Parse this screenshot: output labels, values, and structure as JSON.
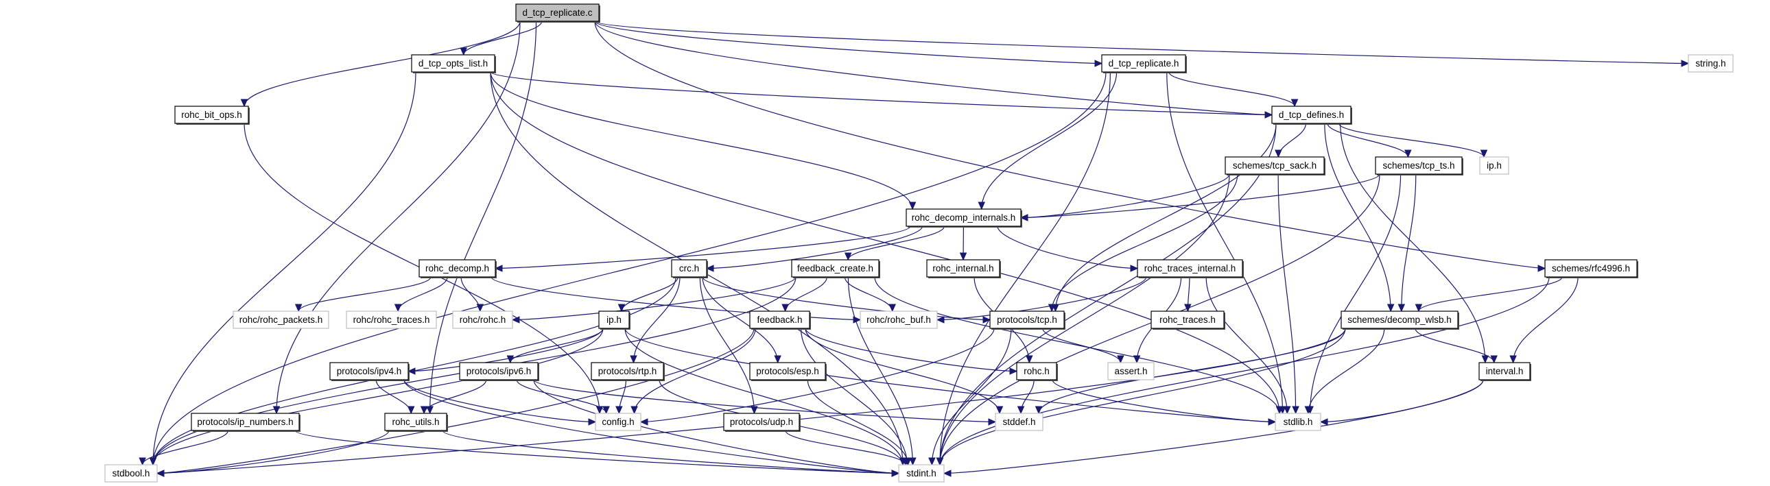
{
  "title": "d_tcp_replicate.c include dependency graph",
  "colors": {
    "edge": "#191970",
    "root_fill": "#bfbfbf",
    "documented_border": "#000000",
    "external_border": "#bfbfbf"
  },
  "nodes": [
    {
      "id": "d_tcp_replicate_c",
      "label": "d_tcp_replicate.c",
      "kind": "root"
    },
    {
      "id": "d_tcp_opts_list_h",
      "label": "d_tcp_opts_list.h",
      "kind": "doc"
    },
    {
      "id": "d_tcp_replicate_h",
      "label": "d_tcp_replicate.h",
      "kind": "doc"
    },
    {
      "id": "string_h",
      "label": "string.h",
      "kind": "ext"
    },
    {
      "id": "rohc_bit_ops_h",
      "label": "rohc_bit_ops.h",
      "kind": "doc"
    },
    {
      "id": "d_tcp_defines_h",
      "label": "d_tcp_defines.h",
      "kind": "doc"
    },
    {
      "id": "schemes_tcp_sack_h",
      "label": "schemes/tcp_sack.h",
      "kind": "doc"
    },
    {
      "id": "schemes_tcp_ts_h",
      "label": "schemes/tcp_ts.h",
      "kind": "doc"
    },
    {
      "id": "ip_h_ext",
      "label": "ip.h",
      "kind": "ext"
    },
    {
      "id": "rohc_decomp_internals_h",
      "label": "rohc_decomp_internals.h",
      "kind": "doc"
    },
    {
      "id": "rohc_decomp_h",
      "label": "rohc_decomp.h",
      "kind": "doc"
    },
    {
      "id": "crc_h",
      "label": "crc.h",
      "kind": "doc"
    },
    {
      "id": "feedback_create_h",
      "label": "feedback_create.h",
      "kind": "doc"
    },
    {
      "id": "rohc_internal_h",
      "label": "rohc_internal.h",
      "kind": "doc"
    },
    {
      "id": "rohc_traces_internal_h",
      "label": "rohc_traces_internal.h",
      "kind": "doc"
    },
    {
      "id": "schemes_rfc4996_h",
      "label": "schemes/rfc4996.h",
      "kind": "doc"
    },
    {
      "id": "rohc_rohc_packets_h",
      "label": "rohc/rohc_packets.h",
      "kind": "ext"
    },
    {
      "id": "rohc_rohc_traces_h",
      "label": "rohc/rohc_traces.h",
      "kind": "ext"
    },
    {
      "id": "rohc_rohc_h",
      "label": "rohc/rohc.h",
      "kind": "ext"
    },
    {
      "id": "ip_h",
      "label": "ip.h",
      "kind": "doc"
    },
    {
      "id": "feedback_h",
      "label": "feedback.h",
      "kind": "doc"
    },
    {
      "id": "rohc_rohc_buf_h",
      "label": "rohc/rohc_buf.h",
      "kind": "ext"
    },
    {
      "id": "protocols_tcp_h",
      "label": "protocols/tcp.h",
      "kind": "doc"
    },
    {
      "id": "rohc_traces_h",
      "label": "rohc_traces.h",
      "kind": "doc"
    },
    {
      "id": "schemes_decomp_wlsb_h",
      "label": "schemes/decomp_wlsb.h",
      "kind": "doc"
    },
    {
      "id": "protocols_ipv4_h",
      "label": "protocols/ipv4.h",
      "kind": "doc"
    },
    {
      "id": "protocols_ipv6_h",
      "label": "protocols/ipv6.h",
      "kind": "doc"
    },
    {
      "id": "protocols_rtp_h",
      "label": "protocols/rtp.h",
      "kind": "doc"
    },
    {
      "id": "protocols_esp_h",
      "label": "protocols/esp.h",
      "kind": "doc"
    },
    {
      "id": "rohc_h",
      "label": "rohc.h",
      "kind": "doc"
    },
    {
      "id": "assert_h",
      "label": "assert.h",
      "kind": "ext"
    },
    {
      "id": "interval_h",
      "label": "interval.h",
      "kind": "doc"
    },
    {
      "id": "protocols_ip_numbers_h",
      "label": "protocols/ip_numbers.h",
      "kind": "doc"
    },
    {
      "id": "rohc_utils_h",
      "label": "rohc_utils.h",
      "kind": "doc"
    },
    {
      "id": "config_h",
      "label": "config.h",
      "kind": "ext"
    },
    {
      "id": "protocols_udp_h",
      "label": "protocols/udp.h",
      "kind": "doc"
    },
    {
      "id": "stddef_h",
      "label": "stddef.h",
      "kind": "ext"
    },
    {
      "id": "stdlib_h",
      "label": "stdlib.h",
      "kind": "ext"
    },
    {
      "id": "stdbool_h",
      "label": "stdbool.h",
      "kind": "ext"
    },
    {
      "id": "stdint_h",
      "label": "stdint.h",
      "kind": "ext"
    }
  ],
  "edges": [
    [
      "d_tcp_replicate_c",
      "d_tcp_opts_list_h"
    ],
    [
      "d_tcp_replicate_c",
      "d_tcp_replicate_h"
    ],
    [
      "d_tcp_replicate_c",
      "string_h"
    ],
    [
      "d_tcp_replicate_c",
      "rohc_bit_ops_h"
    ],
    [
      "d_tcp_replicate_c",
      "d_tcp_defines_h"
    ],
    [
      "d_tcp_replicate_c",
      "schemes_rfc4996_h"
    ],
    [
      "d_tcp_replicate_c",
      "protocols_ip_numbers_h"
    ],
    [
      "d_tcp_replicate_c",
      "rohc_utils_h"
    ],
    [
      "d_tcp_opts_list_h",
      "d_tcp_defines_h"
    ],
    [
      "d_tcp_opts_list_h",
      "rohc_decomp_internals_h"
    ],
    [
      "d_tcp_opts_list_h",
      "stdlib_h"
    ],
    [
      "d_tcp_opts_list_h",
      "stdbool_h"
    ],
    [
      "d_tcp_opts_list_h",
      "stdint_h"
    ],
    [
      "d_tcp_replicate_h",
      "d_tcp_defines_h"
    ],
    [
      "d_tcp_replicate_h",
      "rohc_decomp_internals_h"
    ],
    [
      "d_tcp_replicate_h",
      "stdbool_h"
    ],
    [
      "d_tcp_replicate_h",
      "stdint_h"
    ],
    [
      "d_tcp_replicate_h",
      "stdlib_h"
    ],
    [
      "rohc_bit_ops_h",
      "config_h"
    ],
    [
      "d_tcp_defines_h",
      "schemes_tcp_sack_h"
    ],
    [
      "d_tcp_defines_h",
      "schemes_tcp_ts_h"
    ],
    [
      "d_tcp_defines_h",
      "ip_h_ext"
    ],
    [
      "d_tcp_defines_h",
      "protocols_tcp_h"
    ],
    [
      "d_tcp_defines_h",
      "schemes_decomp_wlsb_h"
    ],
    [
      "d_tcp_defines_h",
      "interval_h"
    ],
    [
      "d_tcp_defines_h",
      "stdint_h"
    ],
    [
      "schemes_tcp_sack_h",
      "rohc_decomp_internals_h"
    ],
    [
      "schemes_tcp_sack_h",
      "protocols_tcp_h"
    ],
    [
      "schemes_tcp_sack_h",
      "stdlib_h"
    ],
    [
      "schemes_tcp_sack_h",
      "stdint_h"
    ],
    [
      "schemes_tcp_ts_h",
      "rohc_decomp_internals_h"
    ],
    [
      "schemes_tcp_ts_h",
      "schemes_decomp_wlsb_h"
    ],
    [
      "schemes_tcp_ts_h",
      "stdlib_h"
    ],
    [
      "schemes_tcp_ts_h",
      "stdint_h"
    ],
    [
      "rohc_decomp_internals_h",
      "rohc_decomp_h"
    ],
    [
      "rohc_decomp_internals_h",
      "crc_h"
    ],
    [
      "rohc_decomp_internals_h",
      "feedback_create_h"
    ],
    [
      "rohc_decomp_internals_h",
      "rohc_internal_h"
    ],
    [
      "rohc_decomp_internals_h",
      "rohc_traces_internal_h"
    ],
    [
      "rohc_decomp_h",
      "rohc_rohc_packets_h"
    ],
    [
      "rohc_decomp_h",
      "rohc_rohc_traces_h"
    ],
    [
      "rohc_decomp_h",
      "rohc_rohc_h"
    ],
    [
      "rohc_decomp_h",
      "rohc_rohc_buf_h"
    ],
    [
      "crc_h",
      "ip_h"
    ],
    [
      "crc_h",
      "protocols_tcp_h"
    ],
    [
      "crc_h",
      "protocols_rtp_h"
    ],
    [
      "crc_h",
      "protocols_esp_h"
    ],
    [
      "crc_h",
      "protocols_udp_h"
    ],
    [
      "crc_h",
      "stdbool_h"
    ],
    [
      "feedback_create_h",
      "feedback_h"
    ],
    [
      "feedback_create_h",
      "rohc_rohc_buf_h"
    ],
    [
      "feedback_create_h",
      "rohc_rohc_h"
    ],
    [
      "feedback_create_h",
      "stdbool_h"
    ],
    [
      "feedback_create_h",
      "stdint_h"
    ],
    [
      "feedback_create_h",
      "stdlib_h"
    ],
    [
      "rohc_internal_h",
      "rohc_h"
    ],
    [
      "rohc_traces_internal_h",
      "rohc_traces_h"
    ],
    [
      "rohc_traces_internal_h",
      "rohc_rohc_buf_h"
    ],
    [
      "rohc_traces_internal_h",
      "assert_h"
    ],
    [
      "rohc_traces_internal_h",
      "stdlib_h"
    ],
    [
      "schemes_rfc4996_h",
      "schemes_decomp_wlsb_h"
    ],
    [
      "schemes_rfc4996_h",
      "interval_h"
    ],
    [
      "schemes_rfc4996_h",
      "stdint_h"
    ],
    [
      "ip_h",
      "protocols_ipv4_h"
    ],
    [
      "ip_h",
      "protocols_ipv6_h"
    ],
    [
      "ip_h",
      "stdlib_h"
    ],
    [
      "ip_h",
      "stdbool_h"
    ],
    [
      "ip_h",
      "stdint_h"
    ],
    [
      "feedback_h",
      "rohc_h"
    ],
    [
      "feedback_h",
      "config_h"
    ],
    [
      "feedback_h",
      "stddef_h"
    ],
    [
      "feedback_h",
      "stdint_h"
    ],
    [
      "feedback_h",
      "stdbool_h"
    ],
    [
      "protocols_tcp_h",
      "assert_h"
    ],
    [
      "protocols_tcp_h",
      "config_h"
    ],
    [
      "protocols_tcp_h",
      "stdint_h"
    ],
    [
      "schemes_decomp_wlsb_h",
      "interval_h"
    ],
    [
      "schemes_decomp_wlsb_h",
      "stdlib_h"
    ],
    [
      "schemes_decomp_wlsb_h",
      "stddef_h"
    ],
    [
      "schemes_decomp_wlsb_h",
      "stdint_h"
    ],
    [
      "schemes_decomp_wlsb_h",
      "stdbool_h"
    ],
    [
      "protocols_ipv4_h",
      "rohc_utils_h"
    ],
    [
      "protocols_ipv4_h",
      "config_h"
    ],
    [
      "protocols_ipv4_h",
      "stdint_h"
    ],
    [
      "protocols_ipv6_h",
      "rohc_utils_h"
    ],
    [
      "protocols_ipv6_h",
      "config_h"
    ],
    [
      "protocols_ipv6_h",
      "stddef_h"
    ],
    [
      "protocols_ipv6_h",
      "stdint_h"
    ],
    [
      "protocols_rtp_h",
      "config_h"
    ],
    [
      "protocols_rtp_h",
      "stdint_h"
    ],
    [
      "protocols_esp_h",
      "stdint_h"
    ],
    [
      "rohc_h",
      "stddef_h"
    ],
    [
      "rohc_h",
      "stdlib_h"
    ],
    [
      "interval_h",
      "stdlib_h"
    ],
    [
      "interval_h",
      "stdint_h"
    ],
    [
      "protocols_ip_numbers_h",
      "stdbool_h"
    ],
    [
      "protocols_ip_numbers_h",
      "stdint_h"
    ],
    [
      "rohc_utils_h",
      "stdbool_h"
    ],
    [
      "rohc_utils_h",
      "stdint_h"
    ],
    [
      "protocols_udp_h",
      "stdint_h"
    ]
  ]
}
